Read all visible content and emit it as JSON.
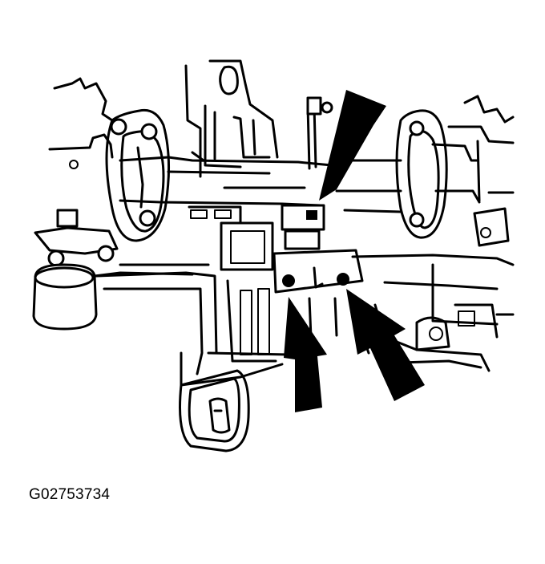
{
  "figure": {
    "code": "G02753734"
  },
  "colors": {
    "ink": "#000000",
    "paper": "#ffffff"
  },
  "callouts": [
    {
      "icon": "arrow-down-left-icon",
      "target": "upper-clip"
    },
    {
      "icon": "arrow-up-icon",
      "target": "lower-left-bolt"
    },
    {
      "icon": "arrow-up-left-icon",
      "target": "lower-right-bolt"
    }
  ]
}
